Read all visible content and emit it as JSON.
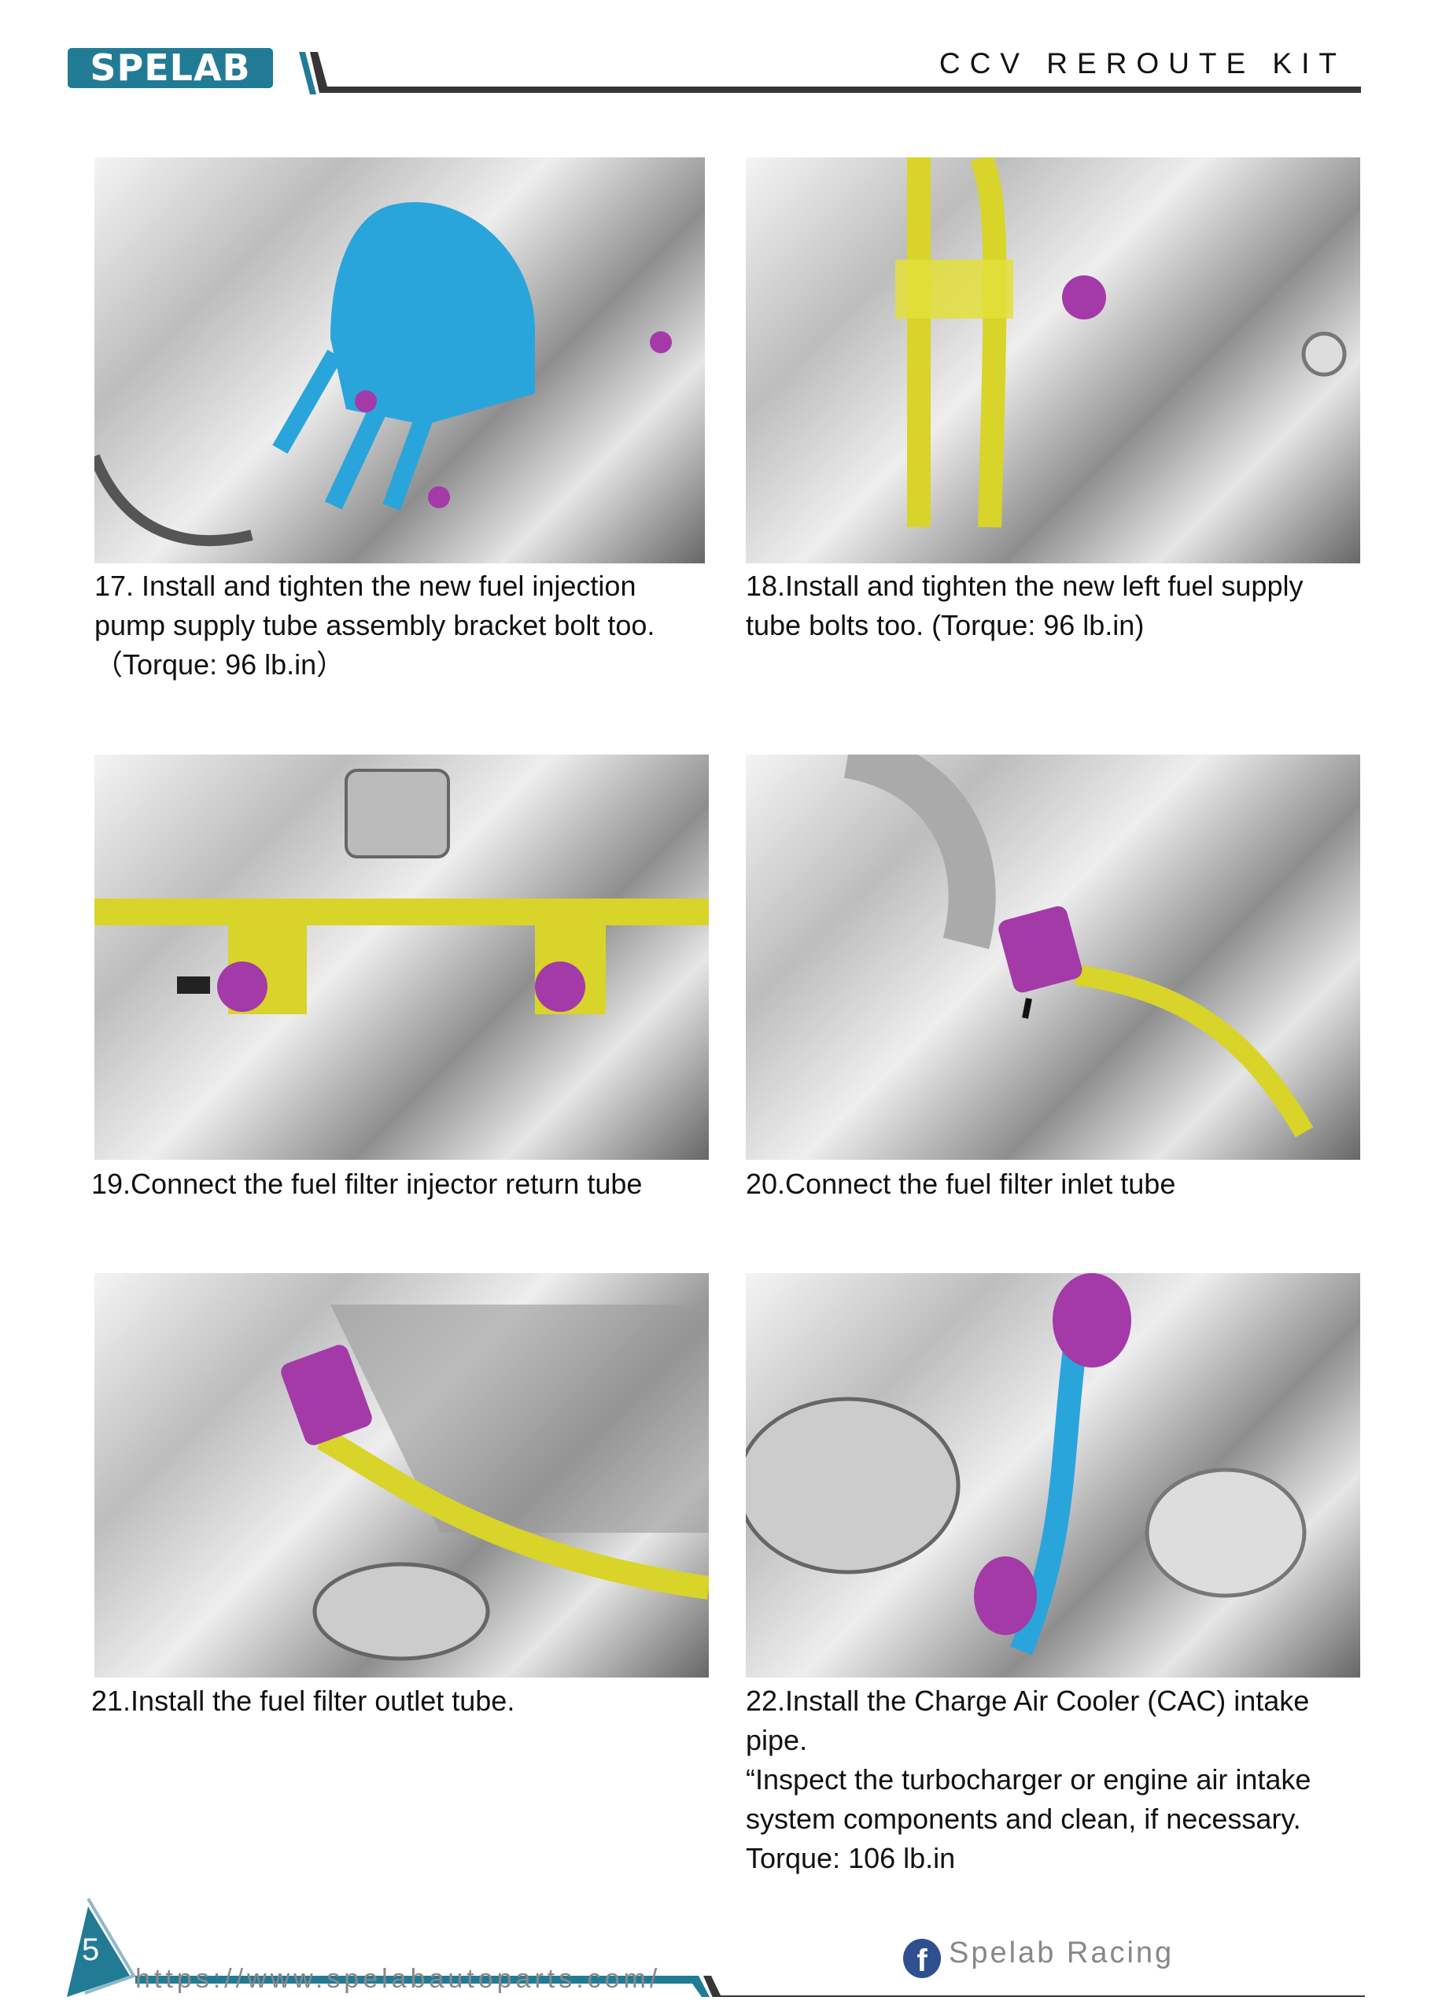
{
  "header": {
    "logo_text": "SPELAB",
    "doc_title": "CCV REROUTE KIT",
    "brand_color": "#227b95",
    "line_color": "#363636"
  },
  "steps": [
    {
      "image": "fuel-filter-pump-bracket-photo",
      "caption_lines": [
        "17. Install and tighten the new fuel injection",
        "pump supply tube assembly bracket bolt too.",
        "（Torque: 96 lb.in）"
      ]
    },
    {
      "image": "left-fuel-supply-tube-photo",
      "caption_lines": [
        "18.Install and tighten the new left fuel supply",
        "tube bolts too. (Torque: 96 lb.in)"
      ]
    },
    {
      "image": "injector-return-tube-photo",
      "caption_lines": [
        "19.Connect the fuel filter injector return tube"
      ]
    },
    {
      "image": "fuel-filter-inlet-tube-photo",
      "caption_lines": [
        "20.Connect the fuel filter inlet tube"
      ]
    },
    {
      "image": "fuel-filter-outlet-tube-photo",
      "caption_lines": [
        "21.Install the fuel filter outlet tube."
      ]
    },
    {
      "image": "cac-intake-pipe-photo",
      "caption_lines": [
        "22.Install the Charge Air Cooler (CAC) intake",
        "pipe.",
        "“Inspect the turbocharger or engine air intake",
        "system components and clean, if necessary.",
        "Torque: 106 lb.in"
      ]
    }
  ],
  "footer": {
    "page_number": "5",
    "url": "https://www.spelabautoparts.com/",
    "social_icon": "facebook-icon",
    "social_label": "Spelab Racing",
    "facebook_color": "#2f4f8f"
  }
}
